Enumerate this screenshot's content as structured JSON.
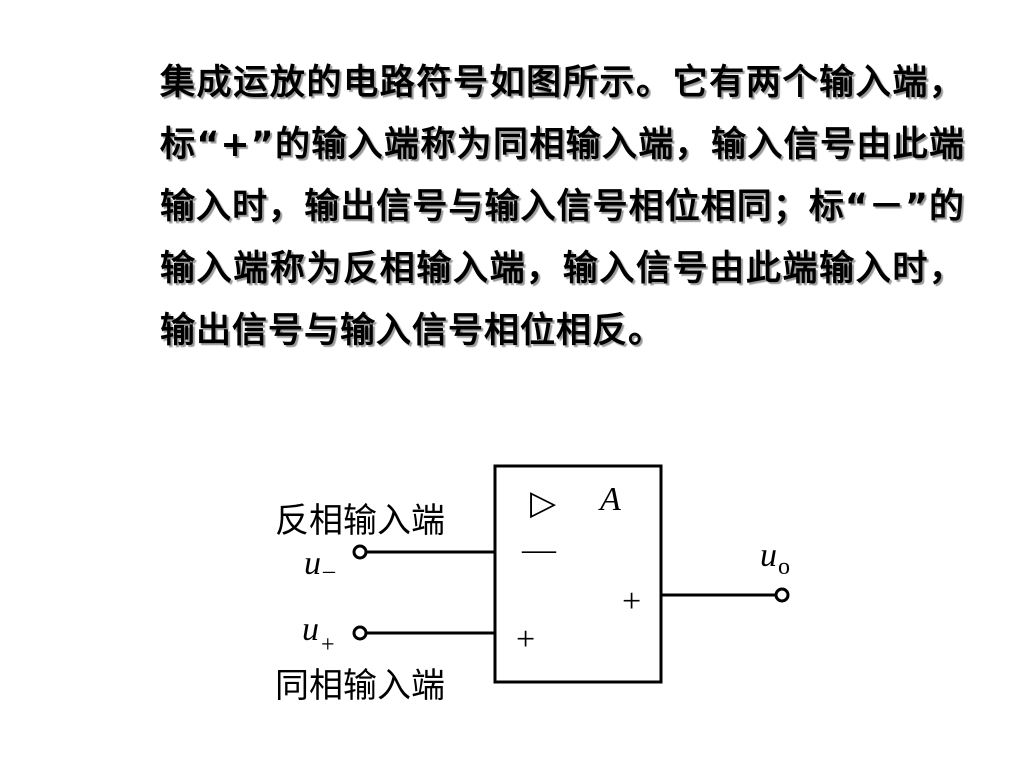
{
  "paragraph": "集成运放的电路符号如图所示。它有两个输入端，标“+”的输入端称为同相输入端，输入信号由此端输入时，输出信号与输入信号相位相同；标“－”的输入端称为反相输入端，输入信号由此端输入时，输出信号与输入信号相位相反。",
  "diagram": {
    "amp_label": "A",
    "triangle_symbol": "▷",
    "inverting_label": "反相输入端",
    "noninverting_label": "同相输入端",
    "inverting_var": "u",
    "inverting_sub": "–",
    "noninverting_var": "u",
    "noninverting_sub": "+",
    "output_var": "u",
    "output_sub": "o",
    "box_minus_sign": "—",
    "box_plus_input_sign": "+",
    "box_plus_output_sign": "+"
  }
}
